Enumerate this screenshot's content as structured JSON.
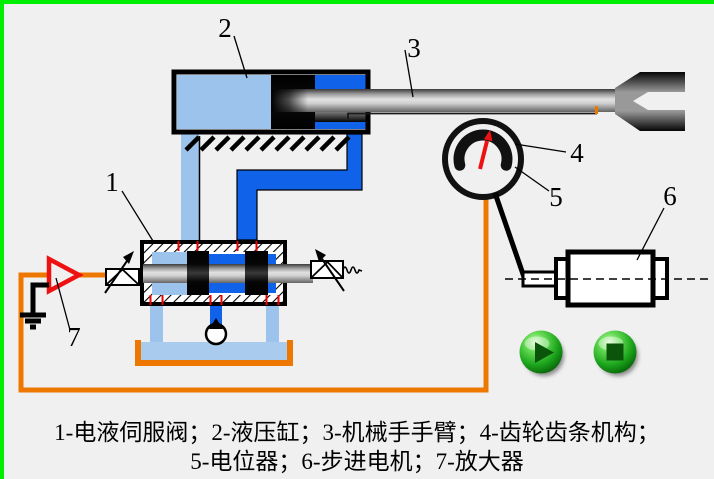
{
  "frame": {
    "border_color": "#00ee00",
    "background": "#f0f0f0"
  },
  "caption": {
    "line1": "1-电液伺服阀；2-液压缸；3-机械手手臂；4-齿轮齿条机构；",
    "line2": "5-电位器；6-步进电机；7-放大器"
  },
  "labels": {
    "servo_valve": "1",
    "hydraulic_cylinder": "2",
    "manipulator_arm": "3",
    "rack_pinion": "4",
    "potentiometer": "5",
    "stepper_motor": "6",
    "amplifier": "7"
  },
  "palette": {
    "pipe_light_blue": "#9cc3ec",
    "pipe_dark_blue": "#1062e8",
    "wire_orange": "#ee7700",
    "needle_red": "#ee1111",
    "amplifier_red": "#ee1111",
    "button_green": "#2eb82e",
    "tank_fill": "#a9cbee"
  },
  "controls": {
    "play_icon": "play",
    "stop_icon": "stop"
  }
}
